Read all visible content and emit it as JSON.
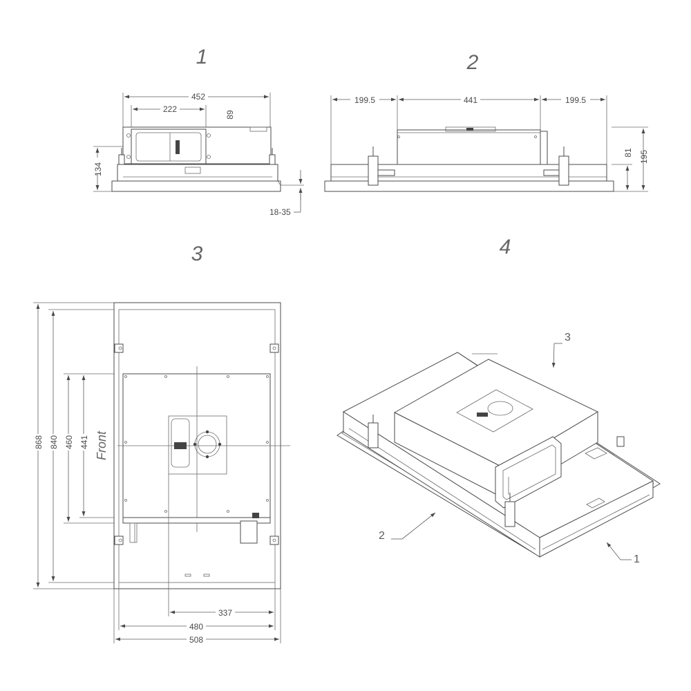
{
  "views": {
    "v1": "1",
    "v2": "2",
    "v3": "3",
    "v4": "4"
  },
  "view1": {
    "width_overall": "452",
    "width_inner": "222",
    "height_flange": "89",
    "height_total": "134",
    "adjust_range": "18-35"
  },
  "view2": {
    "left_offset": "199.5",
    "center_width": "441",
    "right_offset": "199.5",
    "height_upper": "81",
    "height_total": "195"
  },
  "view3": {
    "outer_length": "868",
    "inner_length": "840",
    "cutout_length": "460",
    "body_length": "441",
    "front_label": "Front",
    "offset_x": "337",
    "inner_width": "480",
    "outer_width": "508"
  },
  "view4": {
    "callout_1": "1",
    "callout_2": "2",
    "callout_3": "3"
  }
}
